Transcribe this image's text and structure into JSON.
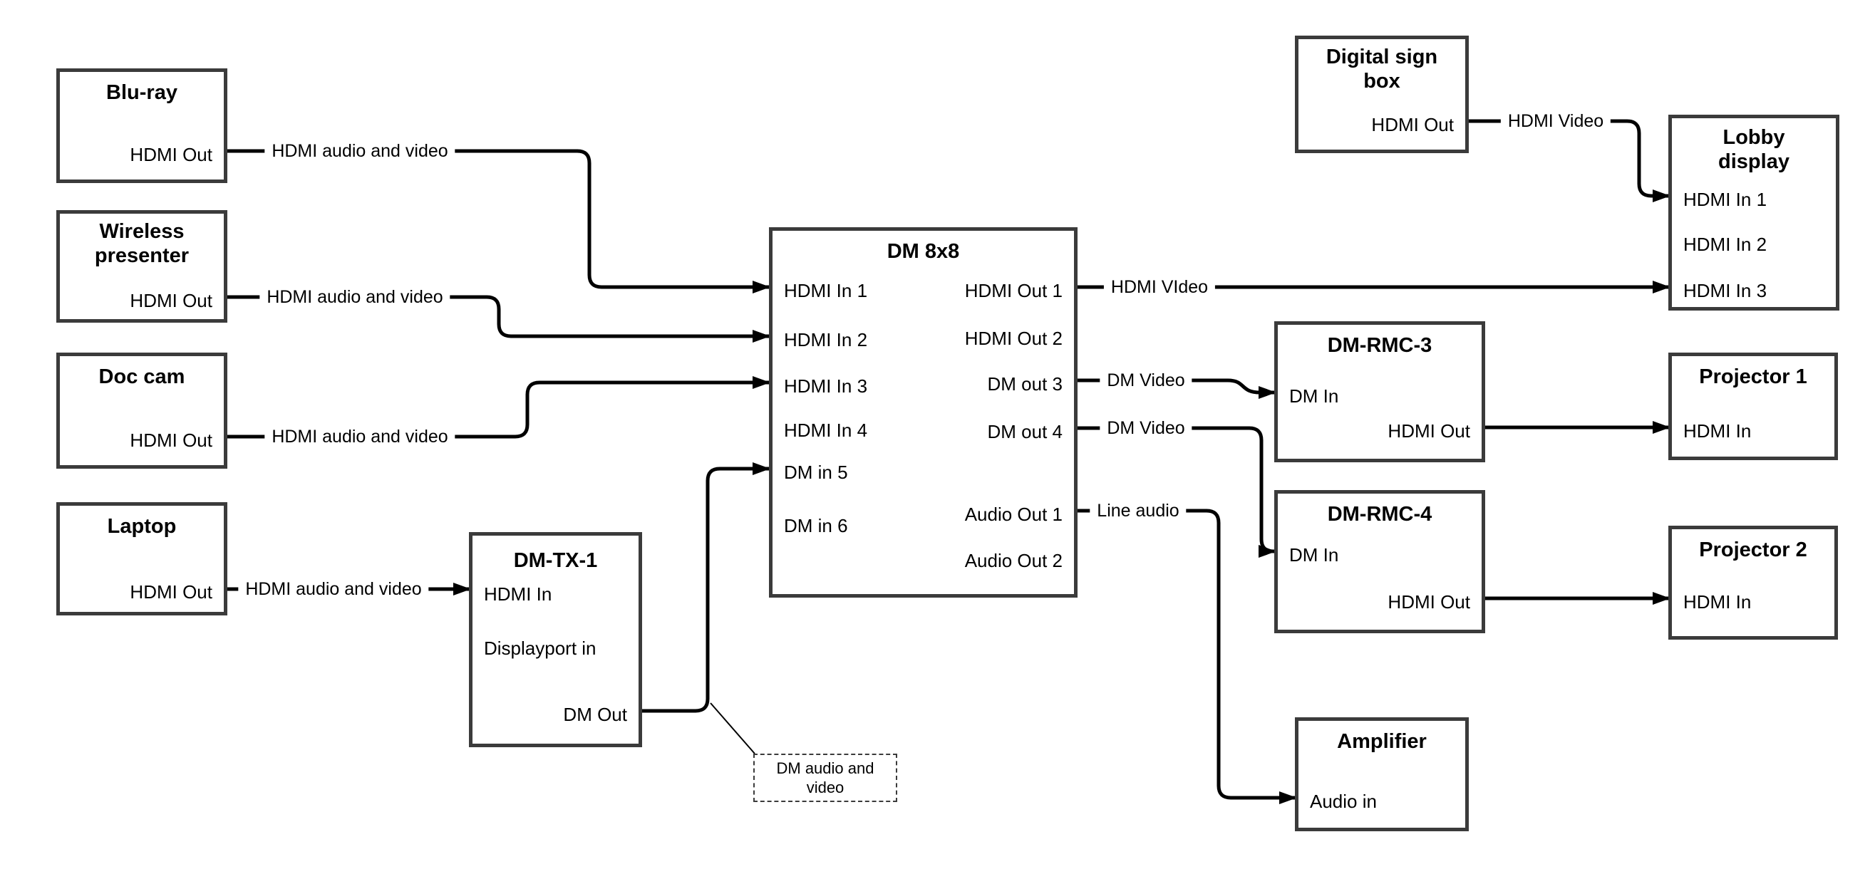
{
  "nodes": {
    "blu_ray": {
      "title": "Blu-ray",
      "ports": {
        "out": "HDMI Out"
      }
    },
    "wireless_presenter": {
      "title": "Wireless presenter",
      "ports": {
        "out": "HDMI Out"
      }
    },
    "doc_cam": {
      "title": "Doc cam",
      "ports": {
        "out": "HDMI Out"
      }
    },
    "laptop": {
      "title": "Laptop",
      "ports": {
        "out": "HDMI Out"
      }
    },
    "dm_tx_1": {
      "title": "DM-TX-1",
      "ports": {
        "hdmi_in": "HDMI In",
        "dp_in": "Displayport in",
        "dm_out": "DM Out"
      }
    },
    "dm_8x8": {
      "title": "DM 8x8",
      "inputs": [
        "HDMI In 1",
        "HDMI In 2",
        "HDMI In 3",
        "HDMI In 4",
        "DM in 5",
        "DM in 6"
      ],
      "outputs": [
        "HDMI Out 1",
        "HDMI Out 2",
        "DM out 3",
        "DM out 4",
        "Audio Out 1",
        "Audio Out 2"
      ]
    },
    "digital_sign_box": {
      "title": "Digital sign box",
      "ports": {
        "out": "HDMI Out"
      }
    },
    "lobby_display": {
      "title": "Lobby display",
      "inputs": [
        "HDMI In 1",
        "HDMI In 2",
        "HDMI In 3"
      ]
    },
    "dm_rmc_3": {
      "title": "DM-RMC-3",
      "ports": {
        "dm_in": "DM In",
        "hdmi_out": "HDMI Out"
      }
    },
    "projector_1": {
      "title": "Projector 1",
      "ports": {
        "hdmi_in": "HDMI In"
      }
    },
    "dm_rmc_4": {
      "title": "DM-RMC-4",
      "ports": {
        "dm_in": "DM In",
        "hdmi_out": "HDMI Out"
      }
    },
    "projector_2": {
      "title": "Projector 2",
      "ports": {
        "hdmi_in": "HDMI In"
      }
    },
    "amplifier": {
      "title": "Amplifier",
      "ports": {
        "audio_in": "Audio in"
      }
    }
  },
  "edges": [
    {
      "from": "Blu-ray HDMI Out",
      "to": "DM 8x8 HDMI In 1",
      "label": "HDMI audio and video"
    },
    {
      "from": "Wireless presenter HDMI Out",
      "to": "DM 8x8 HDMI In 2",
      "label": "HDMI audio and video"
    },
    {
      "from": "Doc cam HDMI Out",
      "to": "DM 8x8 HDMI In 3",
      "label": "HDMI audio and video"
    },
    {
      "from": "Laptop HDMI Out",
      "to": "DM-TX-1 HDMI In",
      "label": "HDMI audio and video"
    },
    {
      "from": "DM-TX-1 DM Out",
      "to": "DM 8x8 DM in 5",
      "label": ""
    },
    {
      "from": "DM 8x8 HDMI Out 1",
      "to": "Lobby display HDMI In 3",
      "label": "HDMI VIdeo"
    },
    {
      "from": "DM 8x8 DM out 3",
      "to": "DM-RMC-3 DM In",
      "label": "DM Video"
    },
    {
      "from": "DM 8x8 DM out 4",
      "to": "DM-RMC-4 DM In",
      "label": "DM Video"
    },
    {
      "from": "DM 8x8 Audio Out 1",
      "to": "Amplifier Audio in",
      "label": "Line audio"
    },
    {
      "from": "DM-RMC-3 HDMI Out",
      "to": "Projector 1 HDMI In",
      "label": ""
    },
    {
      "from": "DM-RMC-4 HDMI Out",
      "to": "Projector 2 HDMI In",
      "label": ""
    },
    {
      "from": "Digital sign box HDMI Out",
      "to": "Lobby display HDMI In 1",
      "label": "HDMI Video"
    }
  ],
  "callout": {
    "text": "DM audio and video"
  },
  "colors": {
    "background": "#ffffff",
    "box_border": "#3b3b3b",
    "line": "#000000",
    "text": "#000000"
  }
}
